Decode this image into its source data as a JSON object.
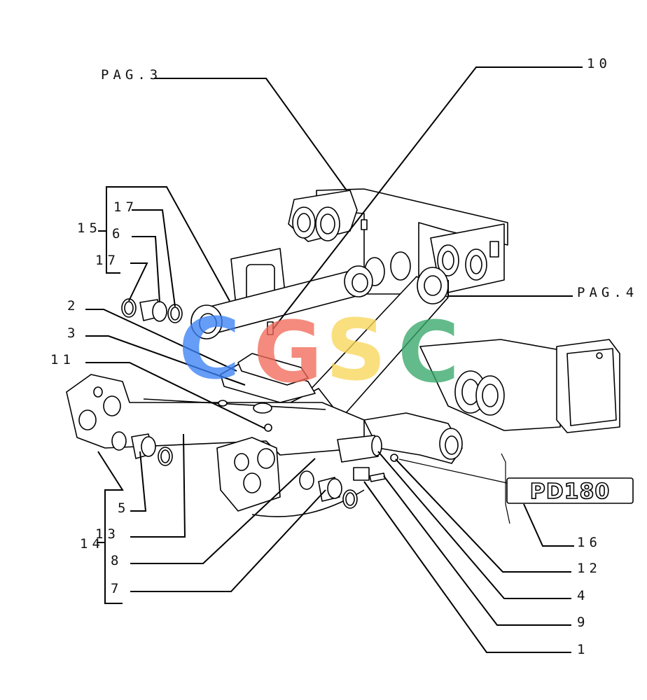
{
  "page_refs": {
    "top": "PAG.3",
    "right": "PAG.4"
  },
  "callouts": {
    "c10": "10",
    "c17a": "17",
    "c15": "15",
    "c6": "6",
    "c17b": "17",
    "c2": "2",
    "c3": "3",
    "c11": "11",
    "c5": "5",
    "c13": "13",
    "c14": "14",
    "c8": "8",
    "c7": "7",
    "c16": "16",
    "c12": "12",
    "c4": "4",
    "c9": "9",
    "c1": "1"
  },
  "decal_text": "PD180",
  "watermark": {
    "letters": [
      "C",
      "G",
      "S",
      "C"
    ],
    "colors": [
      "#3b82f6",
      "#f26b5b",
      "#f9d75a",
      "#38a86b"
    ]
  }
}
